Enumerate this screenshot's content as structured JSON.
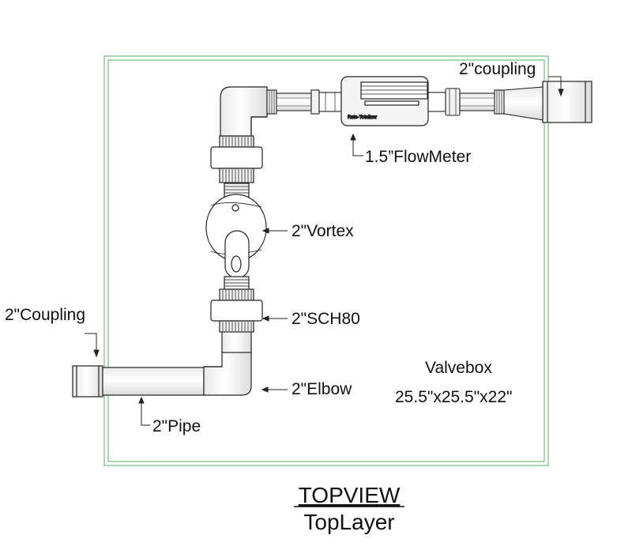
{
  "labels": {
    "coupling_top": "2\"coupling",
    "flowmeter": "1.5”FlowMeter",
    "vortex": "2\"Vortex",
    "sch80": "2\"SCH80",
    "elbow": "2\"Elbow",
    "coupling_left": "2\"Coupling",
    "pipe": "2\"Pipe",
    "valvebox_name": "Valvebox",
    "valvebox_size": "25.5\"x25.5\"x22\"",
    "meter_text": "Rate-Totalizer"
  },
  "title": {
    "main": "TOPVIEW",
    "sub": "TopLayer"
  },
  "colors": {
    "box_outline": "#7cc48a",
    "line": "#222222",
    "meter_face": "#f4f4f4"
  }
}
